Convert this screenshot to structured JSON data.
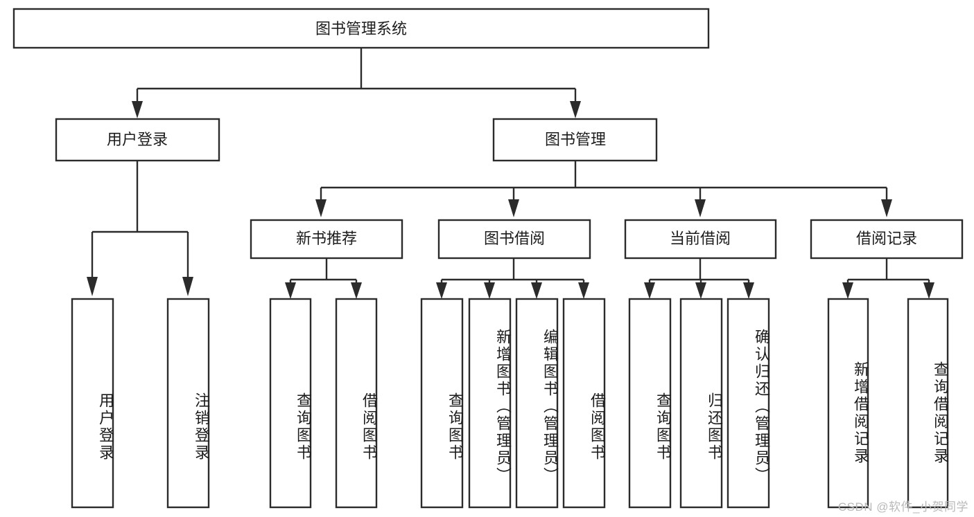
{
  "diagram": {
    "title_node": {
      "label": "图书管理系统"
    },
    "level2": [
      {
        "id": "user-login",
        "label": "用户登录"
      },
      {
        "id": "book-manage",
        "label": "图书管理"
      }
    ],
    "level3": [
      {
        "id": "new-book-recommend",
        "label": "新书推荐"
      },
      {
        "id": "book-borrow",
        "label": "图书借阅"
      },
      {
        "id": "current-borrow",
        "label": "当前借阅"
      },
      {
        "id": "borrow-record",
        "label": "借阅记录"
      }
    ],
    "leaves": [
      {
        "id": "leaf-user-login",
        "label": "用户登录",
        "parent": "user-login"
      },
      {
        "id": "leaf-logout-login",
        "label": "注销登录",
        "parent": "user-login"
      },
      {
        "id": "leaf-query-book-1",
        "label": "查询图书",
        "parent": "new-book-recommend"
      },
      {
        "id": "leaf-borrow-book-1",
        "label": "借阅图书",
        "parent": "new-book-recommend"
      },
      {
        "id": "leaf-query-book-2",
        "label": "查询图书",
        "parent": "book-borrow"
      },
      {
        "id": "leaf-add-book",
        "label": "新增图书（管理员）",
        "parent": "book-borrow"
      },
      {
        "id": "leaf-edit-book",
        "label": "编辑图书（管理员）",
        "parent": "book-borrow"
      },
      {
        "id": "leaf-borrow-book-2",
        "label": "借阅图书",
        "parent": "book-borrow"
      },
      {
        "id": "leaf-query-book-3",
        "label": "查询图书",
        "parent": "current-borrow"
      },
      {
        "id": "leaf-return-book",
        "label": "归还图书",
        "parent": "current-borrow"
      },
      {
        "id": "leaf-confirm-return",
        "label": "确认归还（管理员）",
        "parent": "current-borrow"
      },
      {
        "id": "leaf-add-record",
        "label": "新增借阅记录",
        "parent": "borrow-record"
      },
      {
        "id": "leaf-query-record",
        "label": "查询借阅记录",
        "parent": "borrow-record"
      }
    ],
    "watermark": "CSDN @软件_小贺同学",
    "colors": {
      "stroke": "#2b2b2b",
      "fill": "#ffffff",
      "text": "#1c1c1c",
      "watermark": "#b9b9b9"
    }
  }
}
